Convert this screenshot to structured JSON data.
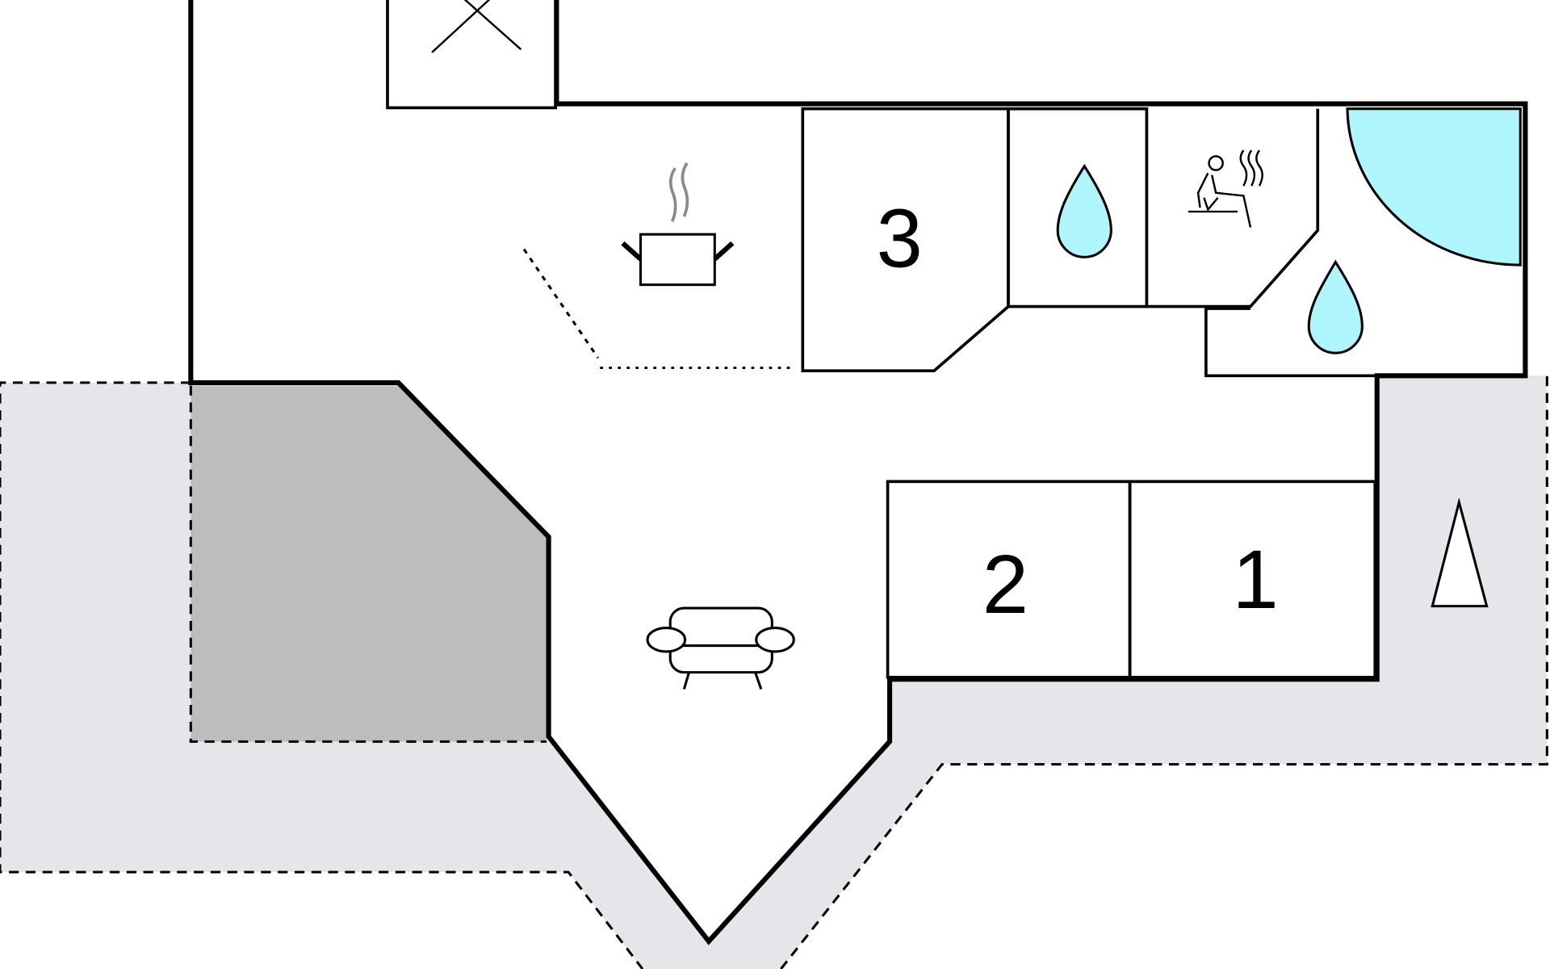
{
  "title": "Floor plan",
  "rooms": {
    "bedroom_1": "1",
    "bedroom_2": "2",
    "bedroom_3": "3"
  },
  "icons": [
    "bathroom-drop-icon",
    "sauna-icon",
    "kitchen-pot-icon",
    "sofa-icon",
    "stair-triangle-icon",
    "void-x-icon",
    "pool-icon"
  ],
  "colors": {
    "terrace": "#e6e6ea",
    "covered_terrace": "#bdbdbf",
    "water": "#aef6fb",
    "wall": "#000000",
    "steam": "#8a8a8a"
  }
}
